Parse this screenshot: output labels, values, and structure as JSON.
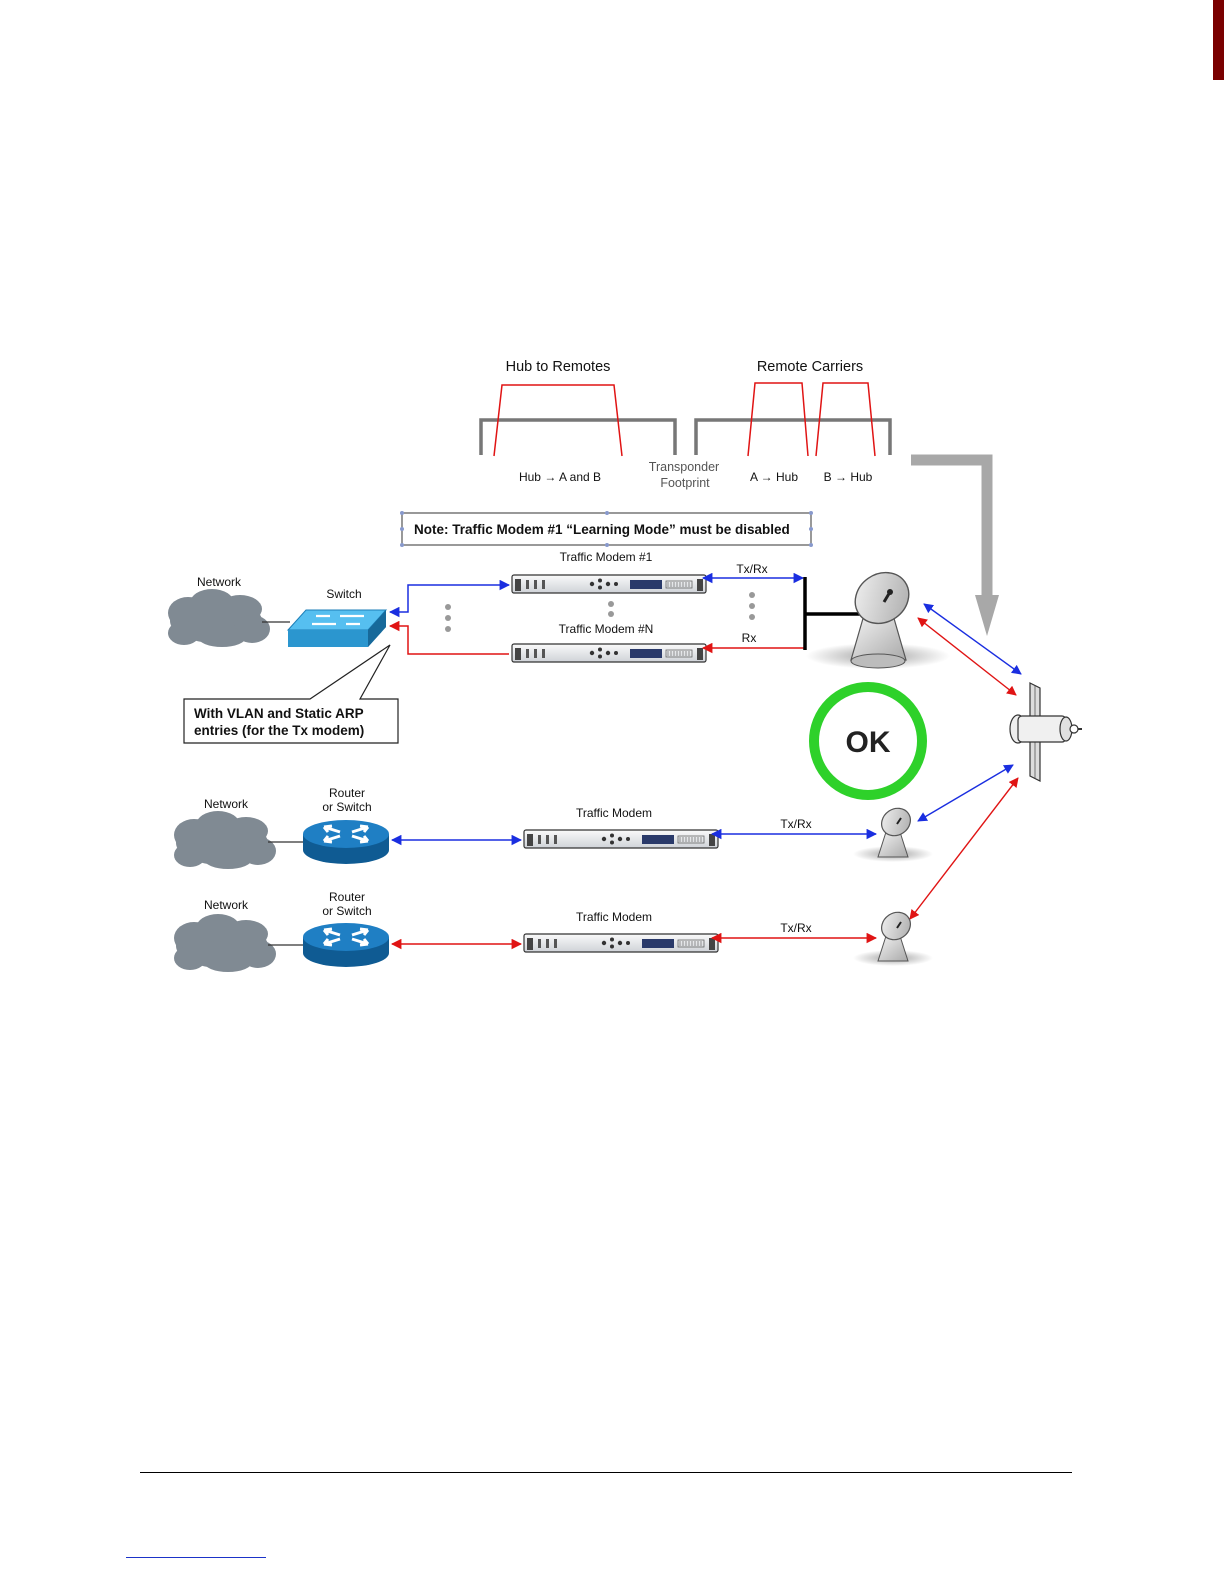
{
  "colors": {
    "blue": "#1a2ee0",
    "red": "#e01414",
    "footer_link": "#1b33c8",
    "ok_ring": "#2ed12a",
    "switch": "#3aa8de",
    "router": "#1f7fc4",
    "cloud": "#808a93",
    "arrow_gray": "#a8a8a8",
    "page_tab": "#7a0000"
  },
  "spectrum": {
    "hub_to_remotes": "Hub to Remotes",
    "remote_carriers": "Remote Carriers",
    "hub_to_ab": "Hub → A and B",
    "transponder_line1": "Transponder",
    "transponder_line2": "Footprint",
    "a_to_hub": "A → Hub",
    "b_to_hub": "B → Hub"
  },
  "note": "Note: Traffic Modem #1 “Learning Mode” must be disabled",
  "hub_site": {
    "network": "Network",
    "switch": "Switch",
    "modem_1": "Traffic Modem #1",
    "modem_n": "Traffic Modem #N",
    "txrx": "Tx/Rx",
    "rx": "Rx",
    "callout_line1": "With VLAN and Static ARP",
    "callout_line2": "entries (for the Tx modem)"
  },
  "status": "OK",
  "remote_a": {
    "network": "Network",
    "router_line1": "Router",
    "router_line2": "or Switch",
    "modem": "Traffic Modem",
    "txrx": "Tx/Rx"
  },
  "remote_b": {
    "network": "Network",
    "router_line1": "Router",
    "router_line2": "or Switch",
    "modem": "Traffic Modem",
    "txrx": "Tx/Rx"
  },
  "icons": [
    "cloud-icon",
    "switch-icon",
    "router-icon",
    "modem-icon",
    "dish-antenna-icon",
    "satellite-icon",
    "ok-badge-icon",
    "gray-arrow-icon"
  ]
}
